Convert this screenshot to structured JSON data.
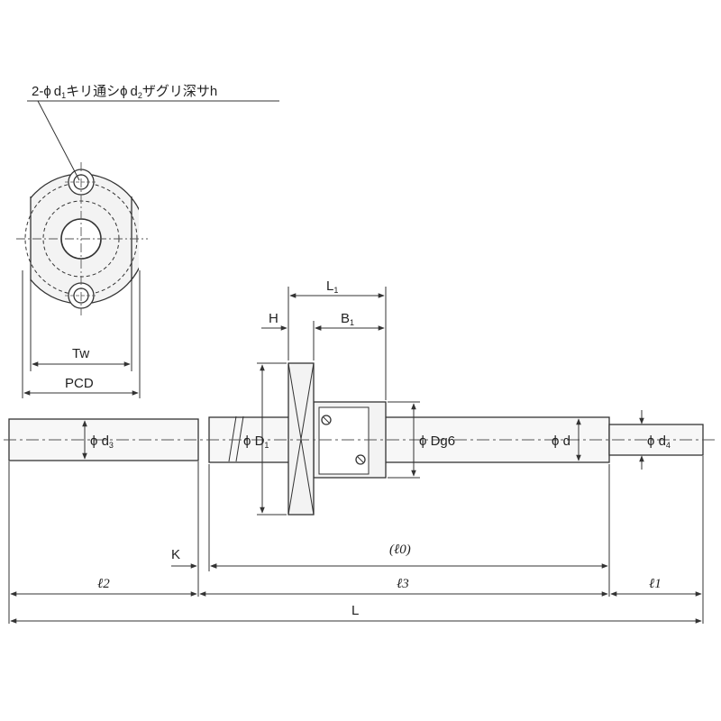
{
  "labels": {
    "hole_prefix": "2-",
    "phi": "ϕ",
    "d1": "d",
    "d1_sub": "1",
    "through": "キリ通シ",
    "d2": "d",
    "d2_sub": "2",
    "counterbore": "ザグリ深サh",
    "tw": "Tw",
    "pcd": "PCD",
    "l1_dim": "L",
    "l1_dim_sub": "1",
    "h": "H",
    "b1": "B",
    "b1_sub": "1",
    "d3_prefix": "ϕ d",
    "d3_sub": "3",
    "D1_prefix": "ϕ D",
    "D1_sub": "1",
    "dg6": "ϕ Dg6",
    "d": "ϕ d",
    "d4_prefix": "ϕ d",
    "d4_sub": "4",
    "k": "K",
    "l0": "(ℓ0)",
    "ell2": "ℓ2",
    "ell3": "ℓ3",
    "ell1": "ℓ1",
    "L": "L"
  },
  "colors": {
    "line": "#333333",
    "fill": "#f3f3f3",
    "shaft": "#f7f7f7",
    "dash": "#555555"
  }
}
